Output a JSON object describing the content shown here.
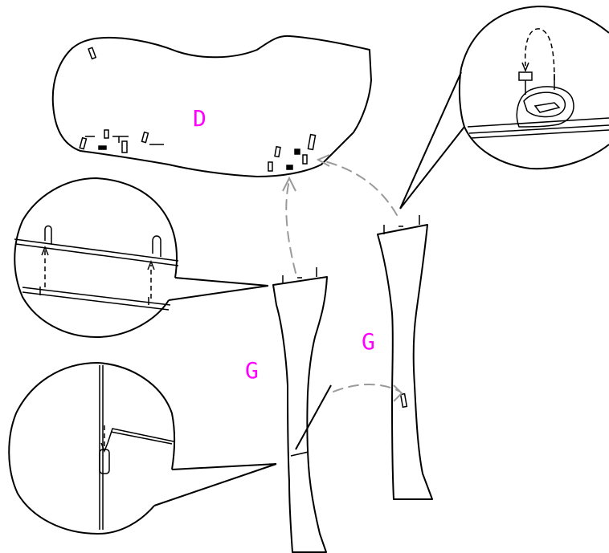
{
  "labels": {
    "part_d": "D",
    "part_g_left": "G",
    "part_g_right": "G"
  },
  "colors": {
    "label": "#ff00ff",
    "outline": "#000000",
    "motion_path": "#9a9a9a"
  }
}
